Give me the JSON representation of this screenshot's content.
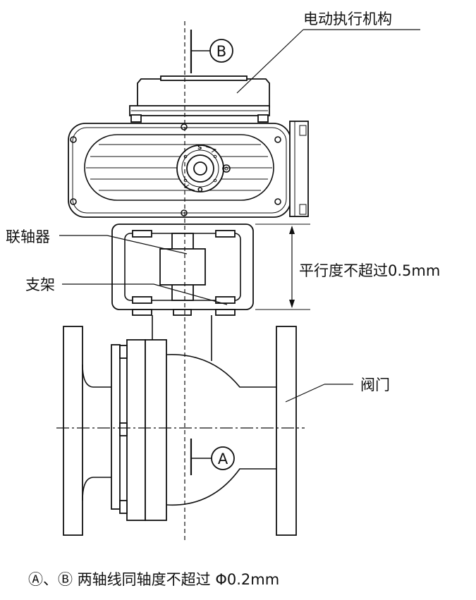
{
  "labels": {
    "actuator": "电动执行机构",
    "coupling": "联轴器",
    "bracket": "支架",
    "valve": "阀门",
    "parallelism": "平行度不超过0.5mm",
    "axis_a": "A",
    "axis_b": "B",
    "knob_s": "S",
    "knob_o": "O",
    "note": "Ⓐ、Ⓑ 两轴线同轴度不超过 Φ0.2mm"
  }
}
